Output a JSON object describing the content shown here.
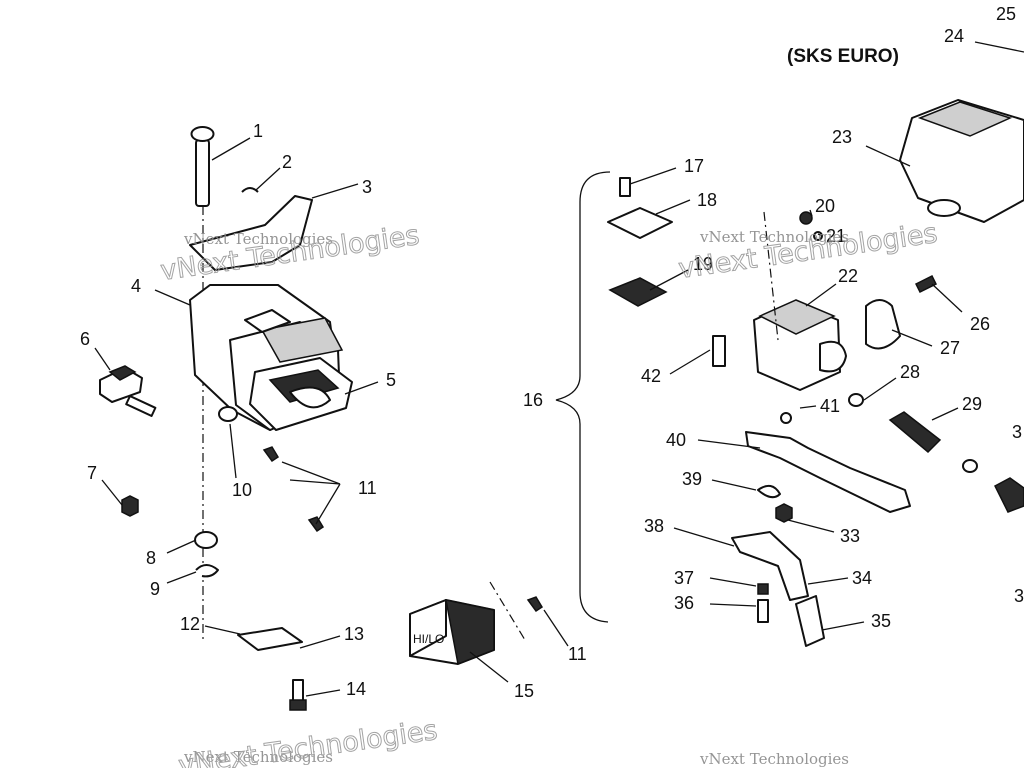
{
  "diagram": {
    "note": "(SKS EURO)",
    "switch_label": "HI/LO",
    "callouts": [
      {
        "id": "c1",
        "text": "1"
      },
      {
        "id": "c2",
        "text": "2"
      },
      {
        "id": "c3",
        "text": "3"
      },
      {
        "id": "c4",
        "text": "4"
      },
      {
        "id": "c5",
        "text": "5"
      },
      {
        "id": "c6",
        "text": "6"
      },
      {
        "id": "c7",
        "text": "7"
      },
      {
        "id": "c8",
        "text": "8"
      },
      {
        "id": "c9",
        "text": "9"
      },
      {
        "id": "c10",
        "text": "10"
      },
      {
        "id": "c11a",
        "text": "11"
      },
      {
        "id": "c11b",
        "text": "11"
      },
      {
        "id": "c12",
        "text": "12"
      },
      {
        "id": "c13",
        "text": "13"
      },
      {
        "id": "c14",
        "text": "14"
      },
      {
        "id": "c15",
        "text": "15"
      },
      {
        "id": "c16",
        "text": "16"
      },
      {
        "id": "c17",
        "text": "17"
      },
      {
        "id": "c18",
        "text": "18"
      },
      {
        "id": "c19",
        "text": "19"
      },
      {
        "id": "c20",
        "text": "20"
      },
      {
        "id": "c21",
        "text": "21"
      },
      {
        "id": "c22",
        "text": "22"
      },
      {
        "id": "c23",
        "text": "23"
      },
      {
        "id": "c24",
        "text": "24"
      },
      {
        "id": "c25",
        "text": "25"
      },
      {
        "id": "c26",
        "text": "26"
      },
      {
        "id": "c27",
        "text": "27"
      },
      {
        "id": "c28",
        "text": "28"
      },
      {
        "id": "c29",
        "text": "29"
      },
      {
        "id": "c30",
        "text": "3"
      },
      {
        "id": "c31",
        "text": "3"
      },
      {
        "id": "c33",
        "text": "33"
      },
      {
        "id": "c34",
        "text": "34"
      },
      {
        "id": "c35",
        "text": "35"
      },
      {
        "id": "c36",
        "text": "36"
      },
      {
        "id": "c37",
        "text": "37"
      },
      {
        "id": "c38",
        "text": "38"
      },
      {
        "id": "c39",
        "text": "39"
      },
      {
        "id": "c40",
        "text": "40"
      },
      {
        "id": "c41",
        "text": "41"
      },
      {
        "id": "c42",
        "text": "42"
      }
    ]
  }
}
